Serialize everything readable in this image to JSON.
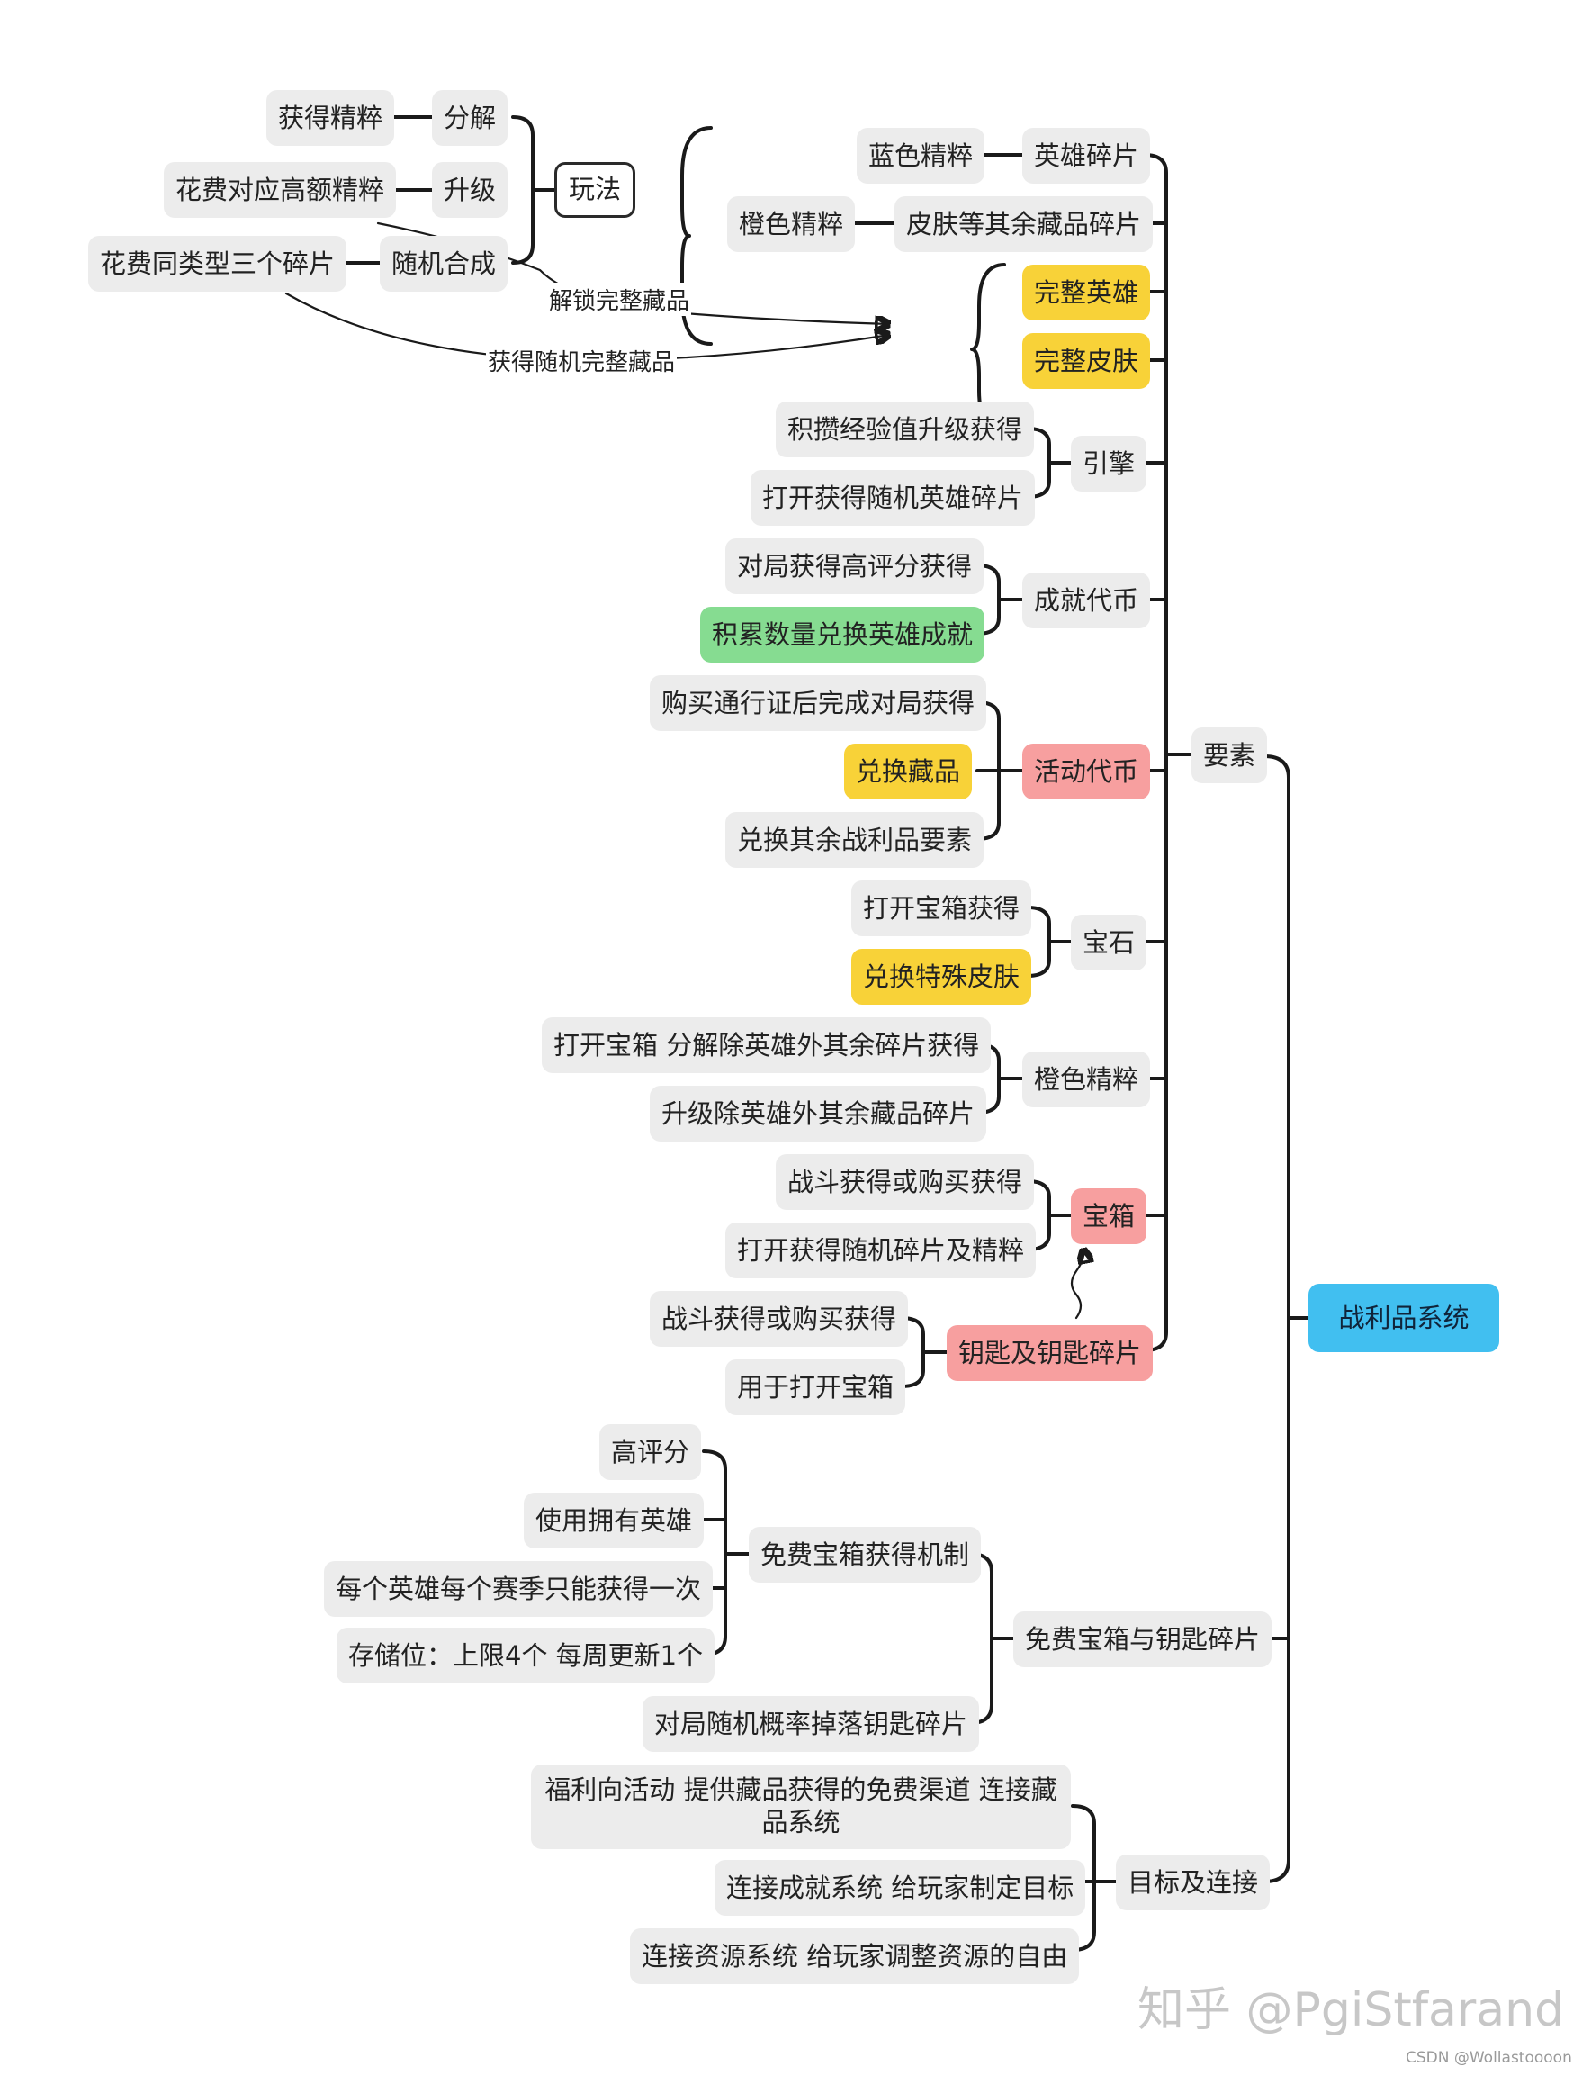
{
  "root": "战利品系统",
  "elements": {
    "label": "要素",
    "hero_shard": {
      "label": "英雄碎片",
      "from": "蓝色精粹"
    },
    "skin_shard": {
      "label": "皮肤等其余藏品碎片",
      "from": "橙色精粹"
    },
    "full_hero": "完整英雄",
    "full_skin": "完整皮肤",
    "gameplay": {
      "label": "玩法",
      "items": [
        {
          "label": "分解",
          "detail": "获得精粹"
        },
        {
          "label": "升级",
          "detail": "花费对应高额精粹"
        },
        {
          "label": "随机合成",
          "detail": "花费同类型三个碎片"
        }
      ],
      "arrows": [
        "解锁完整藏品",
        "获得随机完整藏品"
      ]
    },
    "engine": {
      "label": "引擎",
      "items": [
        "积攒经验值升级获得",
        "打开获得随机英雄碎片"
      ]
    },
    "achievement_token": {
      "label": "成就代币",
      "items": [
        "对局获得高评分获得",
        "积累数量兑换英雄成就"
      ]
    },
    "event_token": {
      "label": "活动代币",
      "items": [
        "购买通行证后完成对局获得",
        "兑换藏品",
        "兑换其余战利品要素"
      ]
    },
    "gem": {
      "label": "宝石",
      "items": [
        "打开宝箱获得",
        "兑换特殊皮肤"
      ]
    },
    "orange_essence": {
      "label": "橙色精粹",
      "items": [
        "打开宝箱 分解除英雄外其余碎片获得",
        "升级除英雄外其余藏品碎片"
      ]
    },
    "chest": {
      "label": "宝箱",
      "items": [
        "战斗获得或购买获得",
        "打开获得随机碎片及精粹"
      ]
    },
    "key": {
      "label": "钥匙及钥匙碎片",
      "items": [
        "战斗获得或购买获得",
        "用于打开宝箱"
      ]
    }
  },
  "free_chest": {
    "label": "免费宝箱与钥匙碎片",
    "mechanism": {
      "label": "免费宝箱获得机制",
      "items": [
        "高评分",
        "使用拥有英雄",
        "每个英雄每个赛季只能获得一次",
        "存储位：上限4个 每周更新1个"
      ]
    },
    "key_drop": "对局随机概率掉落钥匙碎片"
  },
  "goals": {
    "label": "目标及连接",
    "items": [
      "福利向活动 提供藏品获得的免费渠道 连接藏品系统",
      "连接成就系统 给玩家制定目标",
      "连接资源系统 给玩家调整资源的自由"
    ]
  },
  "watermark": "知乎 @PgiStfarand",
  "credit": "CSDN @Wollastoooon",
  "colors": {
    "node": "#ececec",
    "yellow": "#f8d238",
    "green": "#86dc91",
    "red": "#f79f9f",
    "blue": "#41bff0",
    "line": "#1a1a1a"
  }
}
